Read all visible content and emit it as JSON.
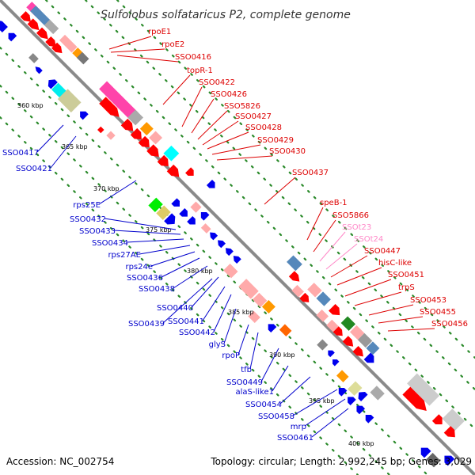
{
  "title": "Sulfolobus solfataricus P2, complete genome",
  "accession": "Accession: NC_002754",
  "summary": "Topology: circular; Length: 2,992,245 bp; Genes: 3,029",
  "colors": {
    "backbone": "#8a8a8a",
    "forward_label": "#dd0000",
    "reverse_label": "#0000cc",
    "rna_label": "#ff88c8",
    "dots": "#2a8a2a"
  },
  "ticks": [
    "360 kbp",
    "365 kbp",
    "370 kbp",
    "375 kbp",
    "380 kbp",
    "385 kbp",
    "390 kbp",
    "395 kbp",
    "400 kbp"
  ],
  "forward_labels": [
    "rpoE1",
    "rpoE2",
    "SSO0416",
    "topR-1",
    "SSO0422",
    "SSO0426",
    "SSO5826",
    "SSO0427",
    "SSO0428",
    "SSO0429",
    "SSO0430",
    "SSO0437",
    "speB-1",
    "SSO5866",
    "SSOt23",
    "SSOt24",
    "SSO0447",
    "hisC-like",
    "SSO0451",
    "trpS",
    "SSO0453",
    "SSO0455",
    "SSO0456"
  ],
  "reverse_labels": [
    "SSO0417",
    "SSO0421",
    "rps25E",
    "SSO0432",
    "SSO0433",
    "SSO0434",
    "rps27AE",
    "rps24e",
    "SSO0436",
    "SSO0438",
    "SSO0440",
    "SSO0439",
    "SSO0441",
    "SSO0442",
    "glyS",
    "rpoP",
    "tfb",
    "SSO0449",
    "alaS-like1",
    "SSO0454",
    "SSO0458",
    "mrp",
    "SSO0461"
  ]
}
